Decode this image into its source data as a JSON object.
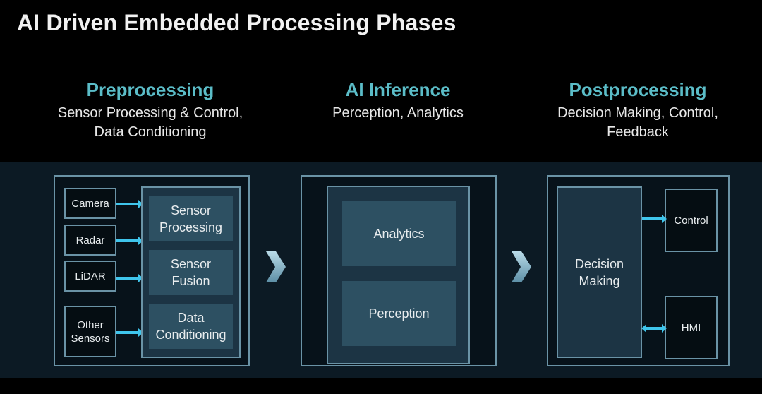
{
  "title": "AI Driven Embedded Processing Phases",
  "phases": [
    {
      "title": "Preprocessing",
      "subtitle_lines": [
        "Sensor Processing & Control,",
        "Data Conditioning"
      ]
    },
    {
      "title": "AI Inference",
      "subtitle_lines": [
        "Perception, Analytics"
      ]
    },
    {
      "title": "Postprocessing",
      "subtitle_lines": [
        "Decision Making, Control,",
        "Feedback"
      ]
    }
  ],
  "preprocessing": {
    "sensors": [
      "Camera",
      "Radar",
      "LiDAR",
      "Other Sensors"
    ],
    "stages": [
      "Sensor Processing",
      "Sensor Fusion",
      "Data Conditioning"
    ]
  },
  "inference": {
    "blocks": [
      "Analytics",
      "Perception"
    ]
  },
  "postprocessing": {
    "decision": "Decision Making",
    "outputs": [
      "Control",
      "HMI"
    ]
  },
  "icons": {
    "phase_separator": "chevron-right-icon",
    "flow": "arrow-right-icon",
    "bidirectional": "arrow-both-icon"
  },
  "colors": {
    "accent": "#5bbdc8",
    "arrow": "#3fc5ec",
    "border": "#6a93a6",
    "band": "#0c1a24",
    "block": "#2d5062"
  }
}
